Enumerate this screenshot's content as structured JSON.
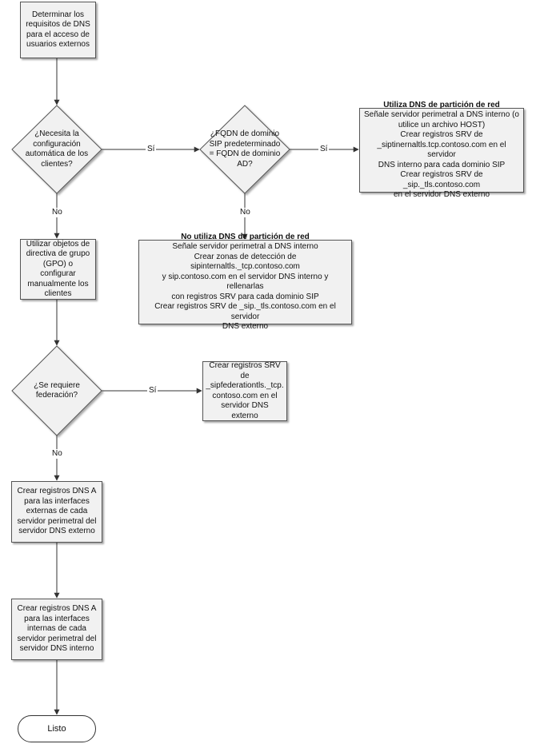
{
  "nodes": {
    "start": {
      "lines": [
        "Determinar los",
        "requisitos de DNS",
        "para el acceso de",
        "usuarios externos"
      ]
    },
    "q_auto": {
      "lines": [
        "¿Necesita la",
        "configuración",
        "automática de los",
        "clientes?"
      ]
    },
    "q_fqdn": {
      "lines": [
        "¿FQDN de dominio",
        "SIP predeterminado",
        "= FQDN de dominio",
        "AD?"
      ]
    },
    "split_yes": {
      "title": "Utiliza DNS de partición de red",
      "lines": [
        "Señale servidor perimetral a DNS interno (o",
        "utilice un archivo HOST)",
        "Crear registros SRV de",
        "_siptinernaltls.tcp.contoso.com en el servidor",
        "DNS interno para cada dominio SIP",
        "Crear registros SRV de _sip._tls.contoso.com",
        "en el servidor DNS externo"
      ]
    },
    "split_no": {
      "title": "No utiliza DNS de partición de red",
      "lines": [
        "Señale servidor perimetral a DNS interno",
        "Crear zonas de detección de sipinternaltls._tcp.contoso.com",
        "y sip.contoso.com en el servidor DNS interno y rellenarlas",
        "con registros SRV para cada dominio SIP",
        "Crear registros SRV de _sip._tls.contoso.com en el servidor",
        "DNS externo"
      ]
    },
    "gpo": {
      "lines": [
        "Utilizar objetos de",
        "directiva de grupo",
        "(GPO) o configurar",
        "manualmente los",
        "clientes"
      ]
    },
    "q_fed": {
      "lines": [
        "¿Se requiere",
        "federación?"
      ]
    },
    "fed_srv": {
      "lines": [
        "Crear registros SRV de",
        "_sipfederationtls._tcp.",
        "contoso.com en el",
        "servidor DNS externo"
      ]
    },
    "dns_ext": {
      "lines": [
        "Crear registros DNS A",
        "para las interfaces",
        "externas de cada",
        "servidor perimetral del",
        "servidor DNS externo"
      ]
    },
    "dns_int": {
      "lines": [
        "Crear registros DNS A",
        "para las interfaces",
        "internas de cada",
        "servidor perimetral del",
        "servidor DNS interno"
      ]
    },
    "end": {
      "lines": [
        "Listo"
      ]
    }
  },
  "edge_labels": {
    "auto_yes": "Sí",
    "auto_no": "No",
    "fqdn_yes": "Sí",
    "fqdn_no": "No",
    "fed_yes": "Sí",
    "fed_no": "No"
  }
}
